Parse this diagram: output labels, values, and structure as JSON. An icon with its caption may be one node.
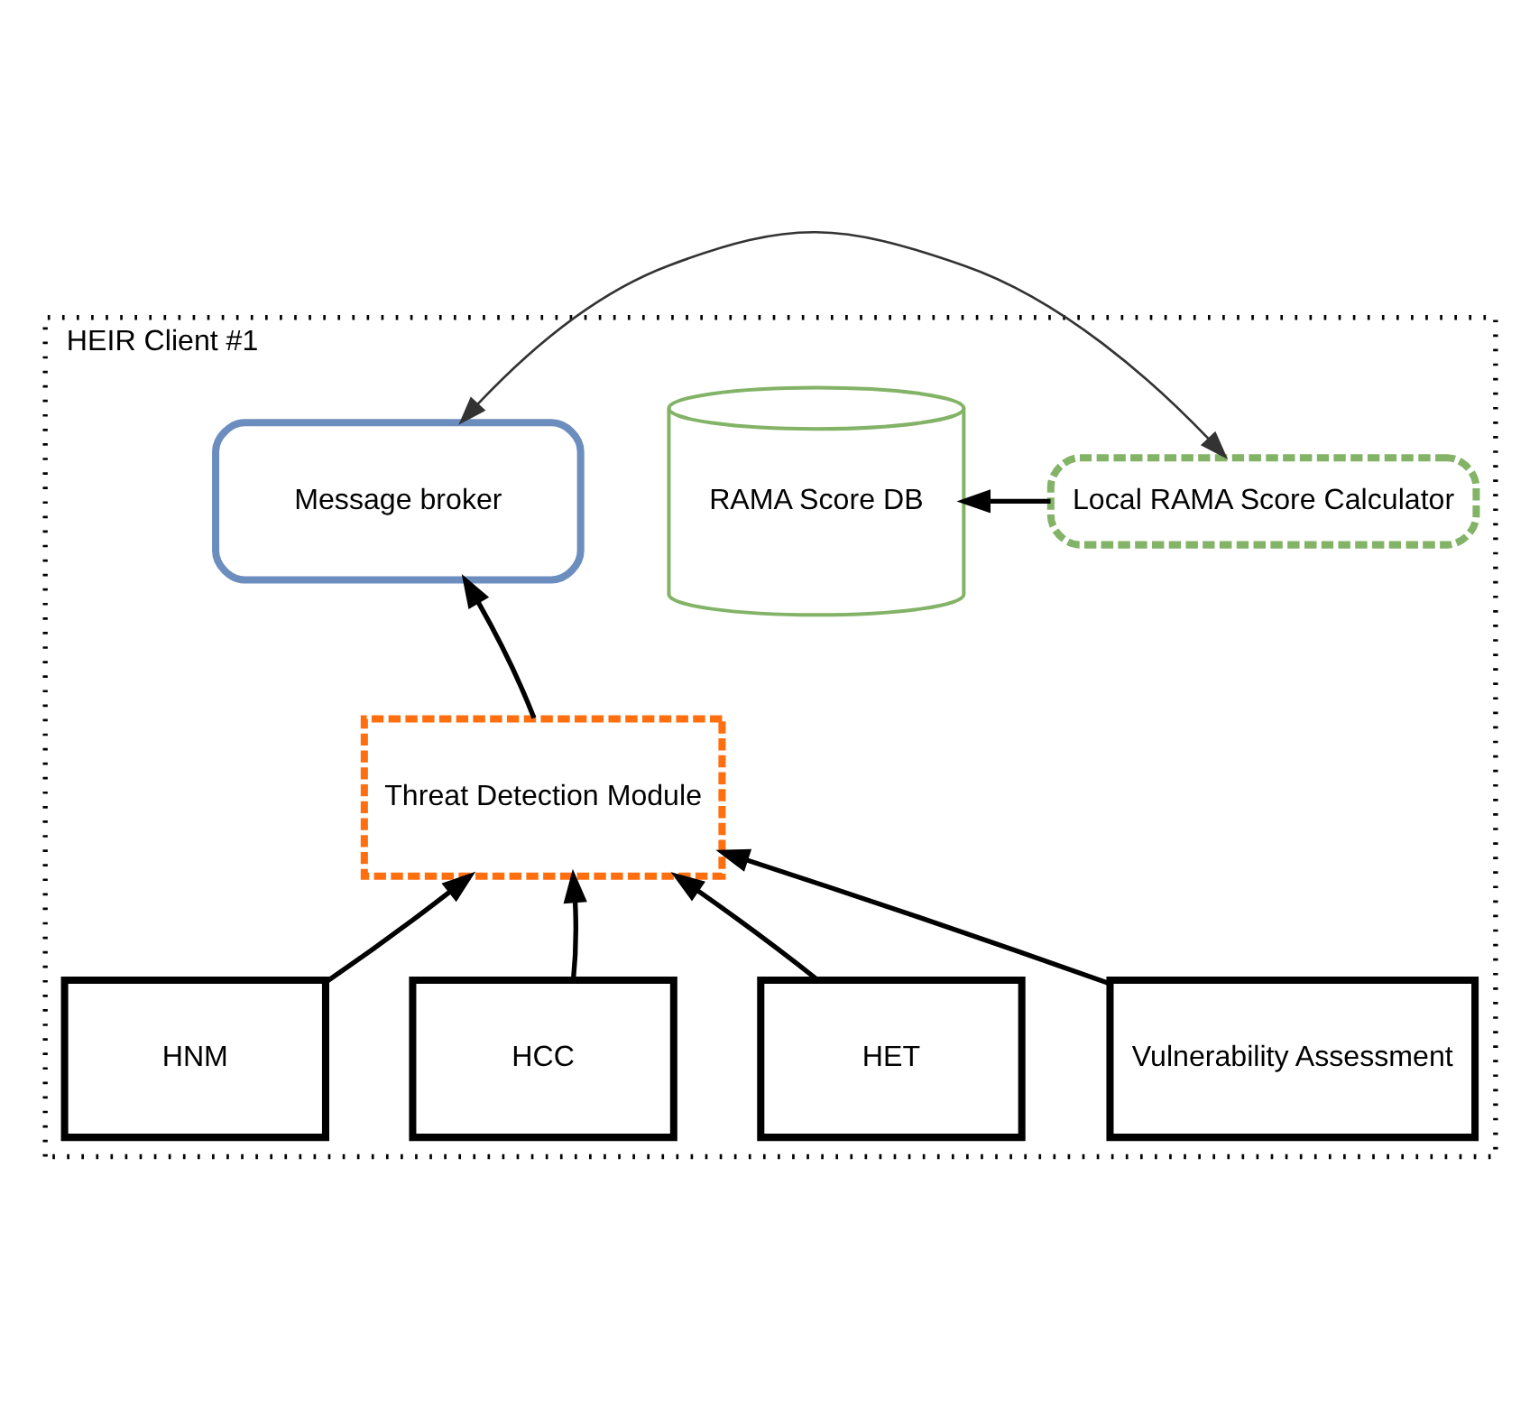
{
  "diagram": {
    "nodes": [
      {
        "text": [
          "HEIR Client #1"
        ]
      },
      {
        "text": [
          "Local RAMA Score Calculator"
        ],
        "in": 0
      },
      {
        "text": [
          "RAMA Score DB"
        ],
        "in": 0
      },
      {
        "text": [
          "Message broker"
        ],
        "in": 0
      },
      {
        "text": [
          "Threat Detection Module"
        ],
        "in": 0
      },
      {
        "text": [
          "HNM"
        ],
        "in": 0
      },
      {
        "text": [
          "HCC"
        ],
        "in": 0
      },
      {
        "text": [
          "HET"
        ],
        "in": 0
      },
      {
        "text": [
          "Vulnerability Assessment"
        ],
        "in": 0
      }
    ],
    "edges": [
      {
        "from": 1,
        "to": 2,
        "arrow": "to"
      },
      {
        "from": 1,
        "to": 3,
        "arrow": "both",
        "color": "#333333"
      },
      {
        "from": 4,
        "to": 3,
        "arrow": "to"
      },
      {
        "from": 5,
        "to": 4,
        "arrow": "to"
      },
      {
        "from": 6,
        "to": 4,
        "arrow": "to"
      },
      {
        "from": 7,
        "to": 4,
        "arrow": "to"
      },
      {
        "from": 8,
        "to": 4,
        "arrow": "to"
      }
    ]
  }
}
